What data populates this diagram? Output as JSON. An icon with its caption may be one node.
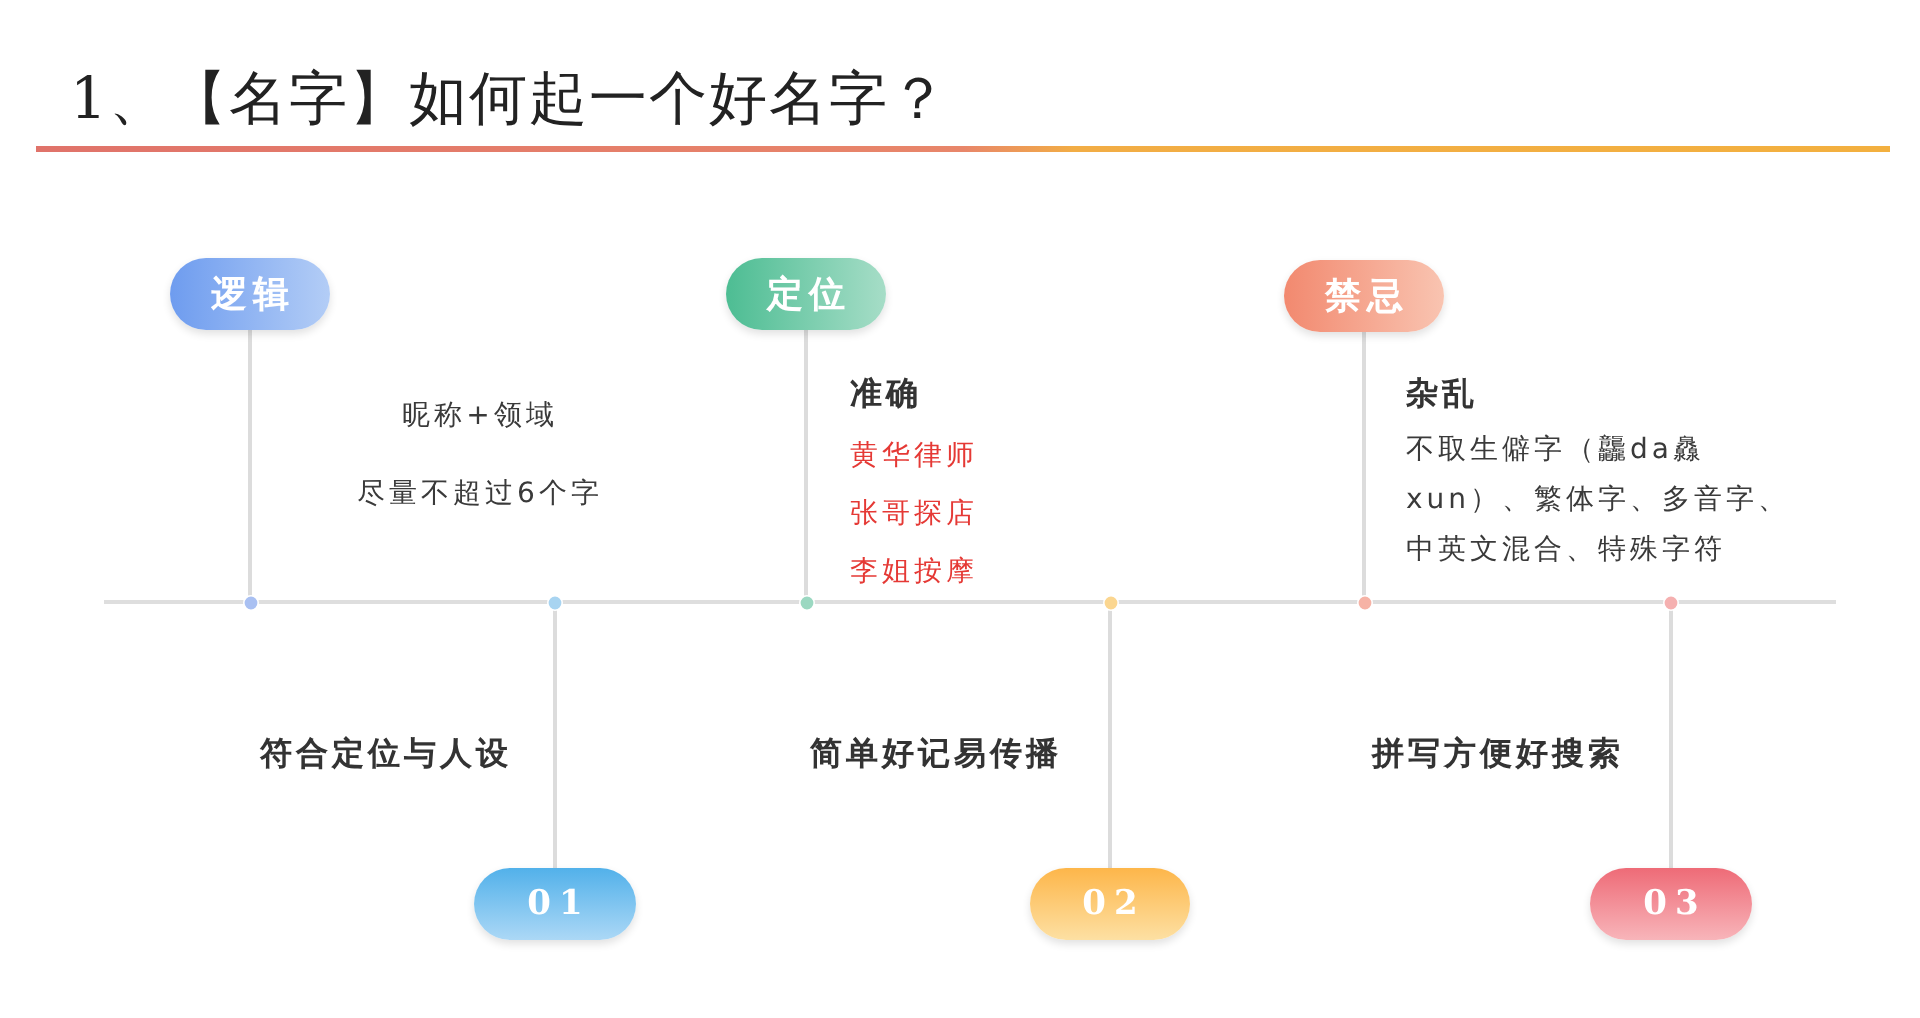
{
  "diagram": {
    "title": "1、【名字】如何起一个好名字？",
    "nodes": [
      {
        "text": [
          "逻辑"
        ],
        "beside": [
          "昵称+领域",
          "尽量不超过6个字"
        ]
      },
      {
        "text": [
          "定位"
        ],
        "beside": [
          "准确",
          "黄华律师",
          "张哥探店",
          "李姐按摩"
        ]
      },
      {
        "text": [
          "禁忌"
        ],
        "beside": [
          "杂乱",
          "不取生僻字（龘da灥xun）、繁体字、多音字、中英文混合、特殊字符"
        ]
      },
      {
        "text": [
          "01"
        ],
        "beside": [
          "符合定位与人设"
        ]
      },
      {
        "text": [
          "02"
        ],
        "beside": [
          "简单好记易传播"
        ]
      },
      {
        "text": [
          "03"
        ],
        "beside": [
          "拼写方便好搜索"
        ]
      }
    ],
    "edges": [
      {
        "from": 0,
        "to": null,
        "arrow": "none"
      },
      {
        "from": 1,
        "to": null,
        "arrow": "none"
      },
      {
        "from": 2,
        "to": null,
        "arrow": "none"
      },
      {
        "from": 3,
        "to": null,
        "arrow": "none"
      },
      {
        "from": 4,
        "to": null,
        "arrow": "none"
      },
      {
        "from": 5,
        "to": null,
        "arrow": "none"
      }
    ]
  }
}
